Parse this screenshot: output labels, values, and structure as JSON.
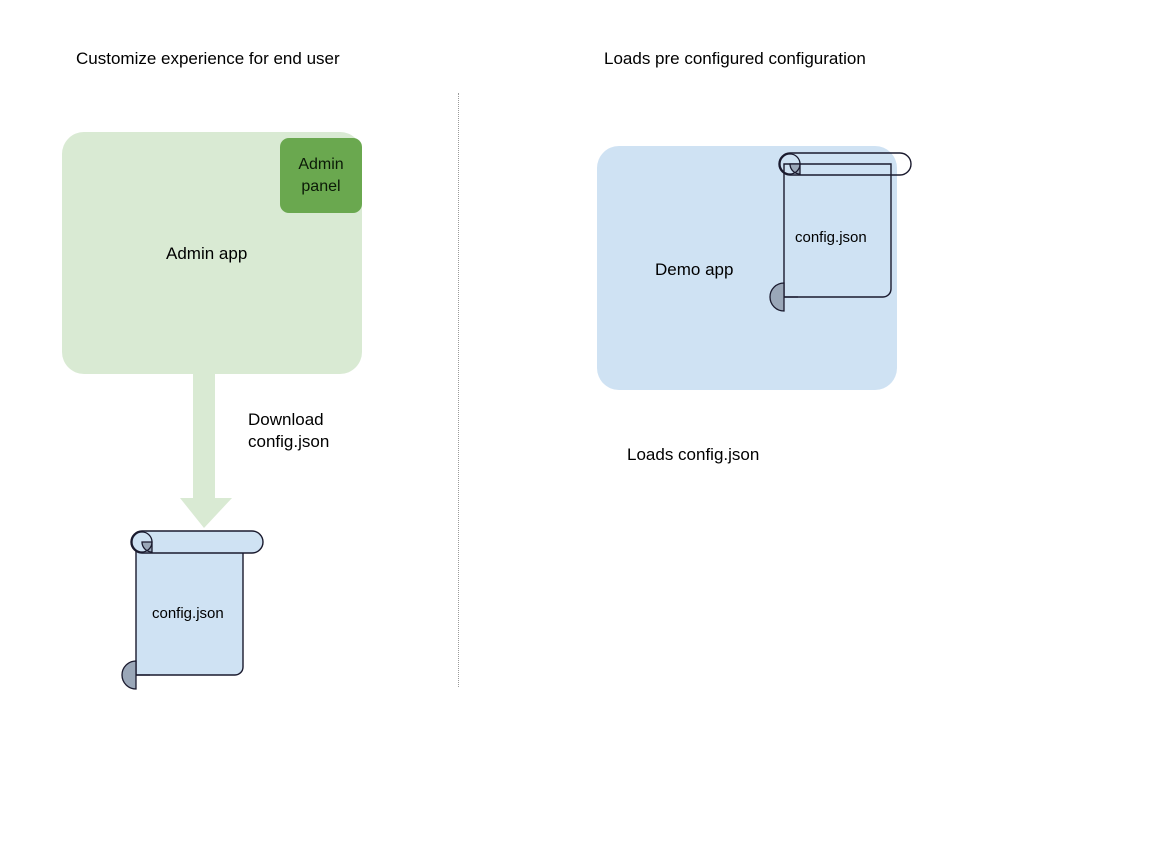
{
  "headings": {
    "left": "Customize experience for end user",
    "right": "Loads pre configured configuration"
  },
  "left_column": {
    "app_box": {
      "label": "Admin app",
      "fill": "#d9ead3"
    },
    "panel_chip": {
      "line1": "Admin",
      "line2": "panel",
      "fill": "#6aa84f"
    },
    "arrow": {
      "label_line1": "Download",
      "label_line2": "config.json",
      "fill": "#d9ead3"
    },
    "document": {
      "label": "config.json",
      "fill": "#cfe2f3",
      "stroke": "#1a1a2e",
      "curl_fill": "#9aa7b8"
    }
  },
  "right_column": {
    "app_box": {
      "label": "Demo app",
      "fill": "#cfe2f3"
    },
    "document": {
      "label": "config.json",
      "fill": "none",
      "stroke": "#1a1a2e",
      "curl_fill": "#9aa7b8"
    },
    "caption": "Loads config.json"
  },
  "divider": {
    "style": "dotted",
    "color": "#9a9a9a"
  }
}
